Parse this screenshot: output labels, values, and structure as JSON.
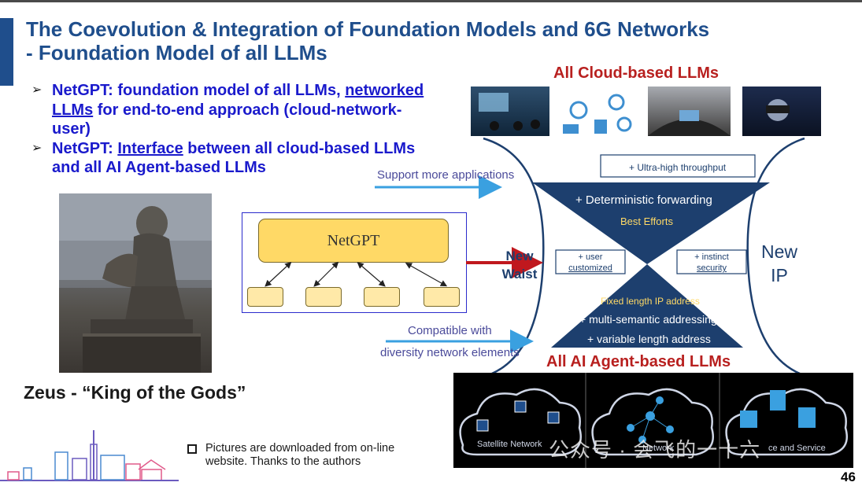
{
  "slide": {
    "title_line1": "The Coevolution & Integration of Foundation Models and 6G Networks",
    "title_line2": "- Foundation Model of all LLMs",
    "page_number": "46"
  },
  "bullets": [
    {
      "pre": "NetGPT: foundation model of all LLMs, ",
      "u": "networked LLMs",
      "post": " for end-to-end approach (cloud-network-user)"
    },
    {
      "pre": "NetGPT: ",
      "u": "Interface",
      "post": " between all cloud-based LLMs and all AI Agent-based LLMs"
    }
  ],
  "zeus": {
    "caption": "Zeus - “King of the Gods”"
  },
  "footnote": "Pictures are downloaded from on-line website. Thanks to the authors",
  "netgpt": {
    "label": "NetGPT"
  },
  "diagram": {
    "cloud_title": "All Cloud-based LLMs",
    "agent_title": "All AI Agent-based LLMs",
    "support_apps": "Support more applications",
    "compatible_line1": "Compatible with",
    "compatible_line2": "diversity network elements",
    "ultra_high": "+ Ultra-high throughput",
    "deterministic": "+ Deterministic forwarding",
    "best_efforts": "Best Efforts",
    "user_customized_1": "+ user",
    "user_customized_2": "customized",
    "instinct_security_1": "+ instinct",
    "instinct_security_2": "security",
    "new_waist_1": "New",
    "new_waist_2": "Waist",
    "new_ip_1": "New",
    "new_ip_2": "IP",
    "fixed_length": "Fixed length IP address",
    "multi_semantic": "+ multi-semantic addressing",
    "variable_length": "+ variable length address",
    "satellite": "Satellite Network",
    "network_small": "Network",
    "network_small2": "ce and Service",
    "watermark": "公众号 · 会飞的一十六"
  },
  "colors": {
    "title_blue": "#1f4e8c",
    "bullet_blue": "#1a1acc",
    "dark_red": "#b8201f",
    "navy": "#1d3f6e",
    "yellow": "#ffd966",
    "arrow_blue": "#3aa0e0"
  }
}
